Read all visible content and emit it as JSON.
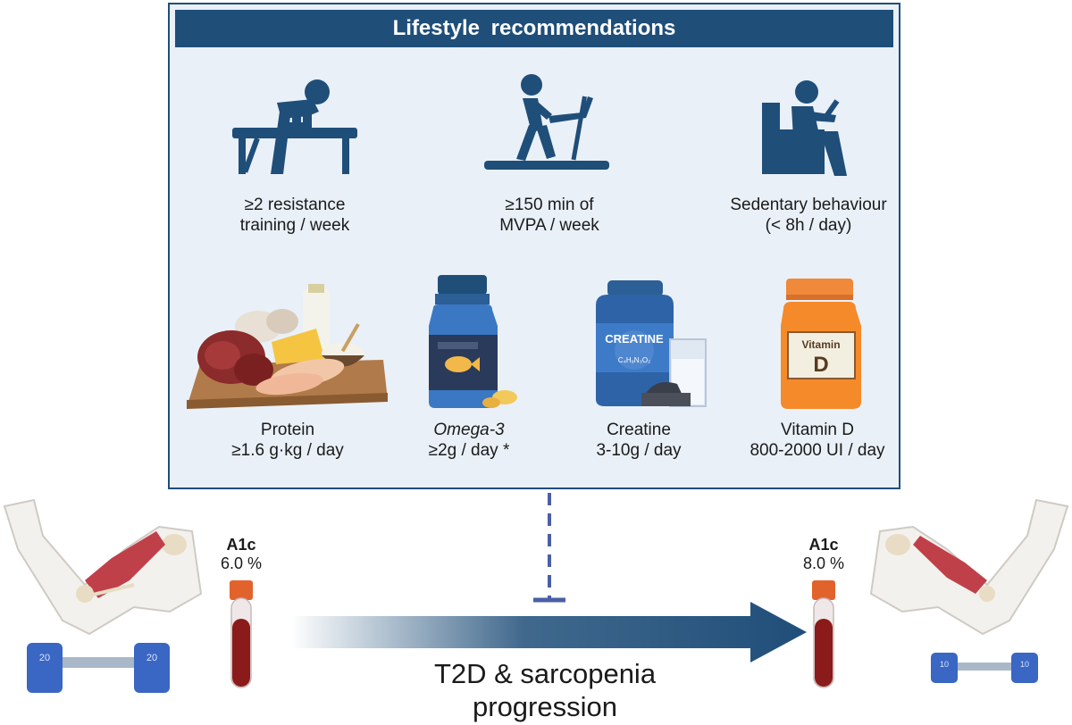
{
  "panel": {
    "title": "Lifestyle recommendations",
    "items_top": [
      {
        "icon": "resistance-training-icon",
        "line1": "≥2 resistance",
        "line2": "training / week"
      },
      {
        "icon": "treadmill-icon",
        "line1": "≥150 min of",
        "line2": "MVPA / week"
      },
      {
        "icon": "sedentary-icon",
        "line1": "Sedentary behaviour",
        "line2": "(< 8h / day)"
      }
    ],
    "items_bottom": [
      {
        "icon": "protein-food-icon",
        "line1": "Protein",
        "line2": "≥1.6 g·kg / day"
      },
      {
        "icon": "omega3-bottle-icon",
        "line1": "Omega-3",
        "line2": "≥2g / day *"
      },
      {
        "icon": "creatine-tub-icon",
        "line1": "Creatine",
        "line2": "3-10g / day",
        "label": "CREATINE",
        "formula": "C₄H₉N₃O₂"
      },
      {
        "icon": "vitamin-d-bottle-icon",
        "line1": "Vitamin D",
        "line2": "800-2000 UI / day",
        "label1": "Vitamin",
        "label2": "D"
      }
    ]
  },
  "left": {
    "a1c_label": "A1c",
    "a1c_value": "6.0 %",
    "dumbbell": "20"
  },
  "right": {
    "a1c_label": "A1c",
    "a1c_value": "8.0 %",
    "dumbbell": "10"
  },
  "progression": {
    "line1": "T2D & sarcopenia",
    "line2": "progression"
  },
  "colors": {
    "navy": "#1f4e79",
    "panel_bg": "#e9f0f8",
    "muscle": "#c0404a",
    "blood": "#8b1a1a",
    "cap": "#e2622c",
    "dumbbell": "#3a66c4"
  }
}
